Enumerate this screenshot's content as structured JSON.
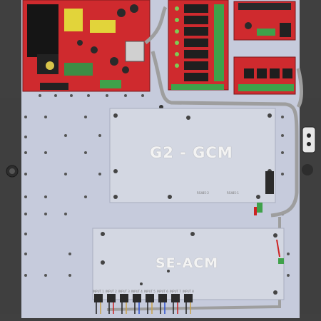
{
  "boards": {
    "gcm": {
      "label": "G2 - GCM",
      "ports": [
        "RS485-2",
        "RS485-1"
      ]
    },
    "acm": {
      "label": "SE-ACM",
      "outputs": [
        "INPUT 1",
        "INPUT 2",
        "INPUT 3",
        "INPUT 4",
        "INPUT 5",
        "INPUT 6",
        "INPUT 7",
        "INPUT 8"
      ]
    }
  },
  "colors": {
    "pcb": "#d0282f",
    "plate": "#c7ccdc",
    "enclosure": "#414141",
    "terminal_green": "#3fa14a",
    "cable": "#9e9e9e"
  }
}
